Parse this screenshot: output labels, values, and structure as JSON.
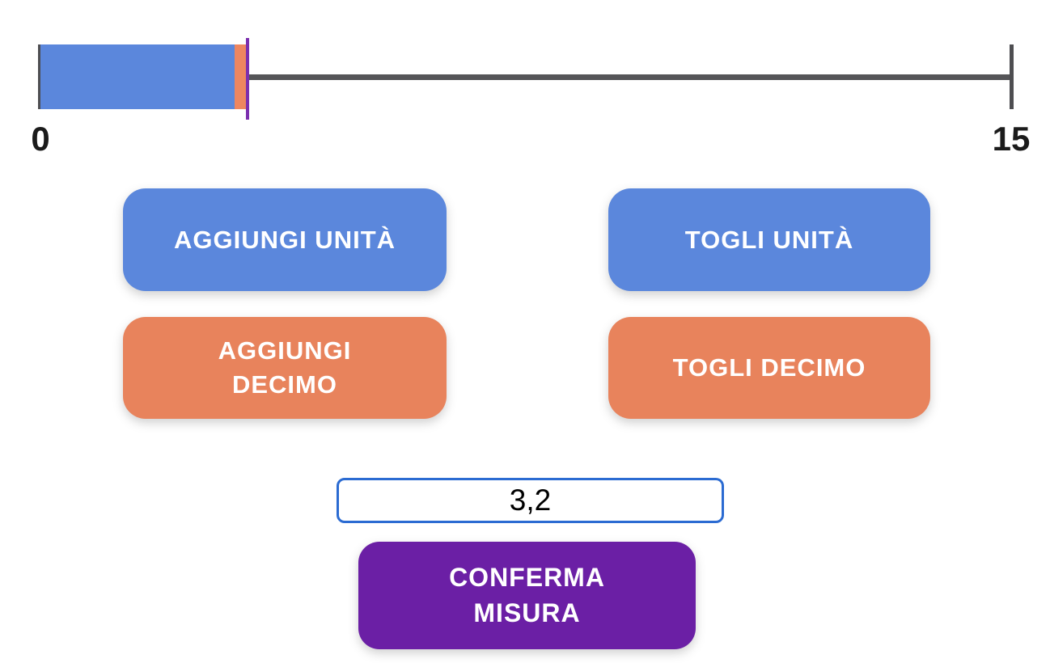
{
  "ruler": {
    "min": 0,
    "max": 15,
    "value": 3.2,
    "min_label": "0",
    "max_label": "15",
    "units_color": "#5b87dc",
    "tenths_color": "#ee8660",
    "marker_color": "#7c2fae",
    "line_color": "#555558"
  },
  "buttons": {
    "add_unit_label": "AGGIUNGI UNITÀ",
    "remove_unit_label": "TOGLI UNITÀ",
    "add_tenth_label": "AGGIUNGI\nDECIMO",
    "remove_tenth_label": "TOGLI DECIMO",
    "confirm_label": "CONFERMA\nMISURA",
    "unit_color": "#5b87dc",
    "tenth_color": "#e8835c",
    "confirm_color": "#6b1fa5"
  },
  "measure_input": {
    "value": "3,2",
    "border_color": "#2b6bd2"
  }
}
